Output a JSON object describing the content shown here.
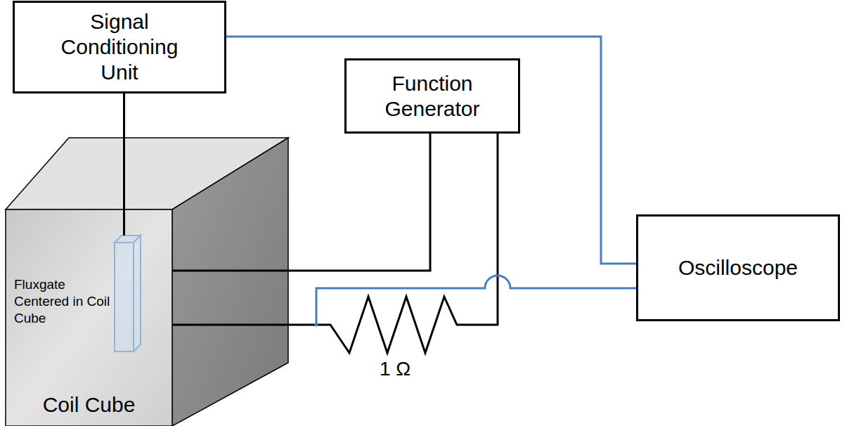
{
  "diagram": {
    "nodes": [
      {
        "text": [
          "Signal Conditioning Unit"
        ]
      },
      {
        "text": [
          "Coil Cube"
        ]
      },
      {
        "text": [
          "Fluxgate Centered in Coil Cube"
        ],
        "in": 1
      },
      {
        "text": [
          "Function Generator"
        ]
      },
      {
        "text": [
          "Oscilloscope"
        ]
      }
    ],
    "edges": [
      {
        "from": 0,
        "to": 2,
        "arrow": "none"
      },
      {
        "from": 0,
        "to": 4,
        "arrow": "none"
      },
      {
        "from": 3,
        "to": 1,
        "arrow": "none"
      },
      {
        "from": 3,
        "to": 1,
        "arrow": "none"
      }
    ],
    "labels": [
      "1 Ω"
    ]
  }
}
